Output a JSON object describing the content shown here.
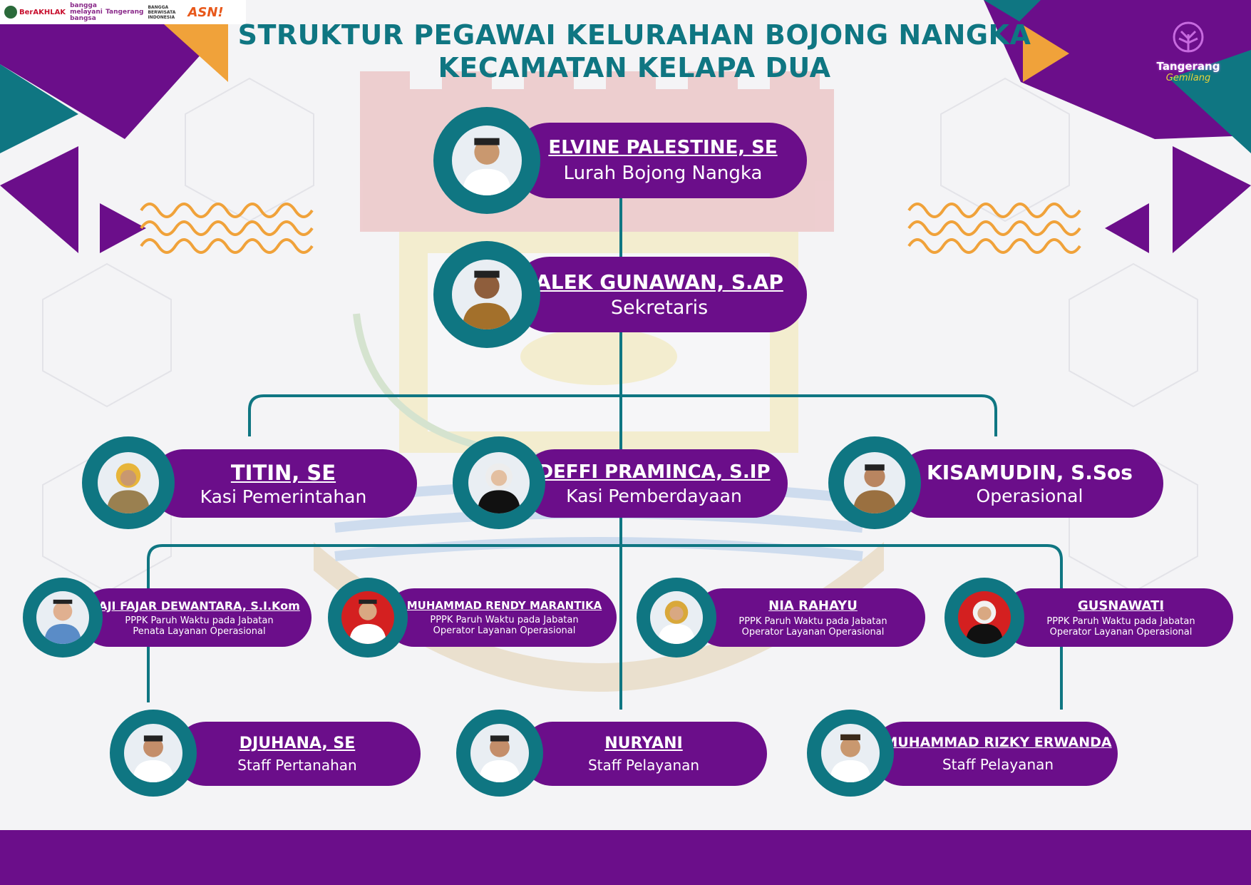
{
  "header": {
    "title_line1": "STRUKTUR PEGAWAI KELURAHAN BOJONG NANGKA",
    "title_line2": "KECAMATAN KELAPA DUA"
  },
  "logos": {
    "berakhlak": "BerAKHLAK",
    "bangga_melayani": "bangga melayani bangsa",
    "tangerang": "Tangerang",
    "bangga_indonesia": "BANGGA BERWISATA INDONESIA",
    "asn": "ASN!"
  },
  "brand": {
    "name": "Tangerang",
    "tagline": "Gemilang"
  },
  "colors": {
    "purple": "#6b0e8a",
    "teal": "#0f7682",
    "orange": "#f0a23a",
    "title": "#0f7682"
  },
  "people": {
    "lurah": {
      "name": "ELVINE PALESTINE, SE",
      "role": "Lurah Bojong Nangka"
    },
    "sekretaris": {
      "name": "ALEK GUNAWAN, S.AP",
      "role": "Sekretaris"
    },
    "kasi_pemerintahan": {
      "name": "TITIN, SE",
      "role": "Kasi Pemerintahan"
    },
    "kasi_pemberdayaan": {
      "name": "DEFFI PRAMINCA, S.IP",
      "role": "Kasi Pemberdayaan"
    },
    "operasional": {
      "name": "KISAMUDIN, S.Sos",
      "role": "Operasional"
    },
    "pppk1": {
      "name": "AJI FAJAR DEWANTARA, S.I.Kom",
      "role1": "PPPK Paruh Waktu pada Jabatan",
      "role2": "Penata Layanan Operasional"
    },
    "pppk2": {
      "name": "MUHAMMAD RENDY MARANTIKA",
      "role1": "PPPK Paruh Waktu pada Jabatan",
      "role2": "Operator Layanan Operasional"
    },
    "pppk3": {
      "name": "NIA RAHAYU",
      "role1": "PPPK Paruh Waktu pada Jabatan",
      "role2": "Operator Layanan Operasional"
    },
    "pppk4": {
      "name": "GUSNAWATI",
      "role1": "PPPK Paruh Waktu pada Jabatan",
      "role2": "Operator Layanan Operasional"
    },
    "staff1": {
      "name": "DJUHANA, SE",
      "role": "Staff Pertanahan"
    },
    "staff2": {
      "name": "NURYANI",
      "role": "Staff Pelayanan"
    },
    "staff3": {
      "name": "MUHAMMAD RIZKY ERWANDA",
      "role": "Staff Pelayanan"
    }
  }
}
